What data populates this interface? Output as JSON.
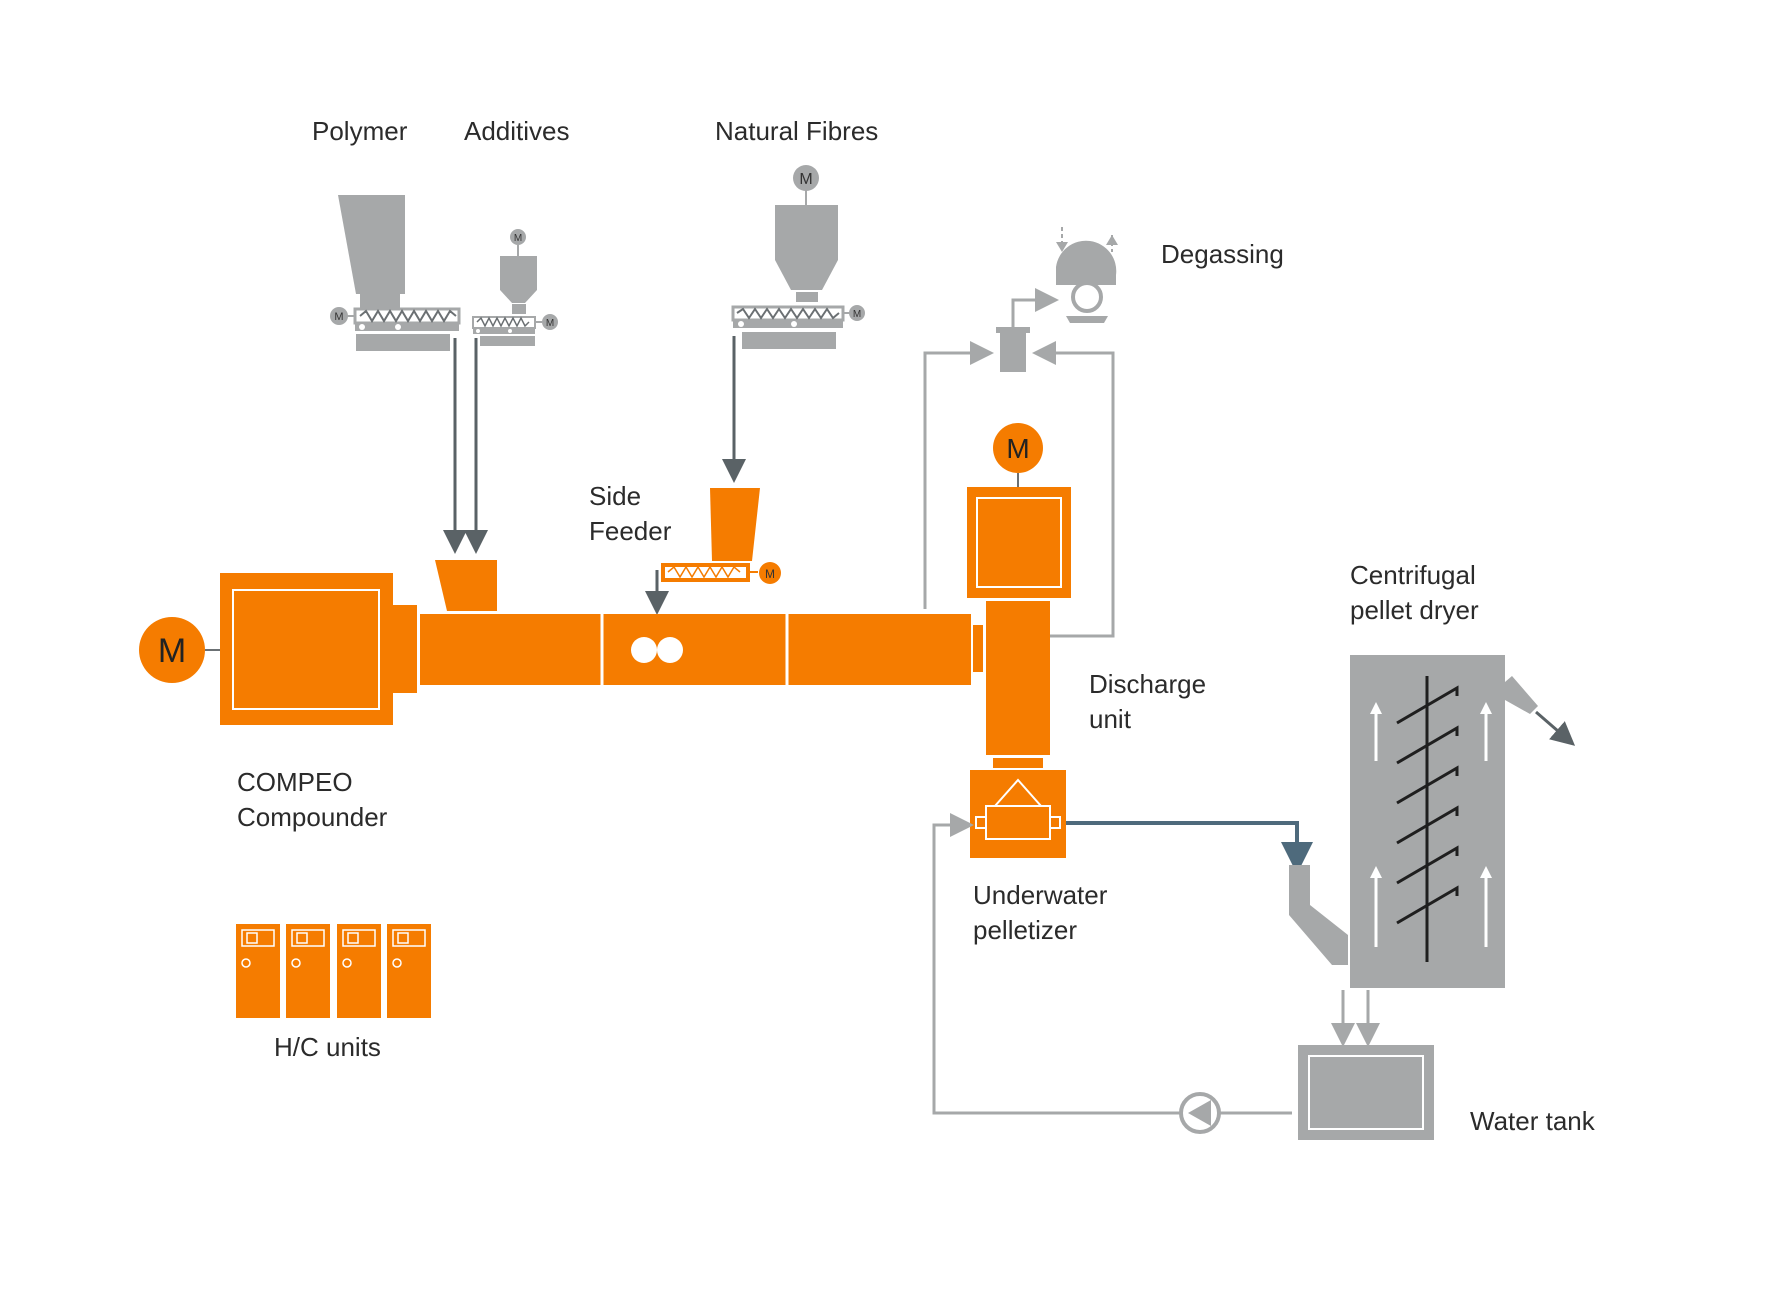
{
  "labels": {
    "polymer": "Polymer",
    "additives": "Additives",
    "natural_fibres": "Natural Fibres",
    "degassing": "Degassing",
    "side_feeder_line1": "Side",
    "side_feeder_line2": "Feeder",
    "compounder_line1": "COMPEO",
    "compounder_line2": "Compounder",
    "discharge_line1": "Discharge",
    "discharge_line2": "unit",
    "dryer_line1": "Centrifugal",
    "dryer_line2": "pellet dryer",
    "pelletizer_line1": "Underwater",
    "pelletizer_line2": "pelletizer",
    "hc_units": "H/C units",
    "water_tank": "Water tank",
    "motor_symbol": "M"
  },
  "colors": {
    "orange": "#f57c00",
    "gray": "#a6a8a9",
    "dark_arrow": "#5a6266",
    "blue_gray_line": "#4e6a7c",
    "text": "#2b2b2b"
  }
}
